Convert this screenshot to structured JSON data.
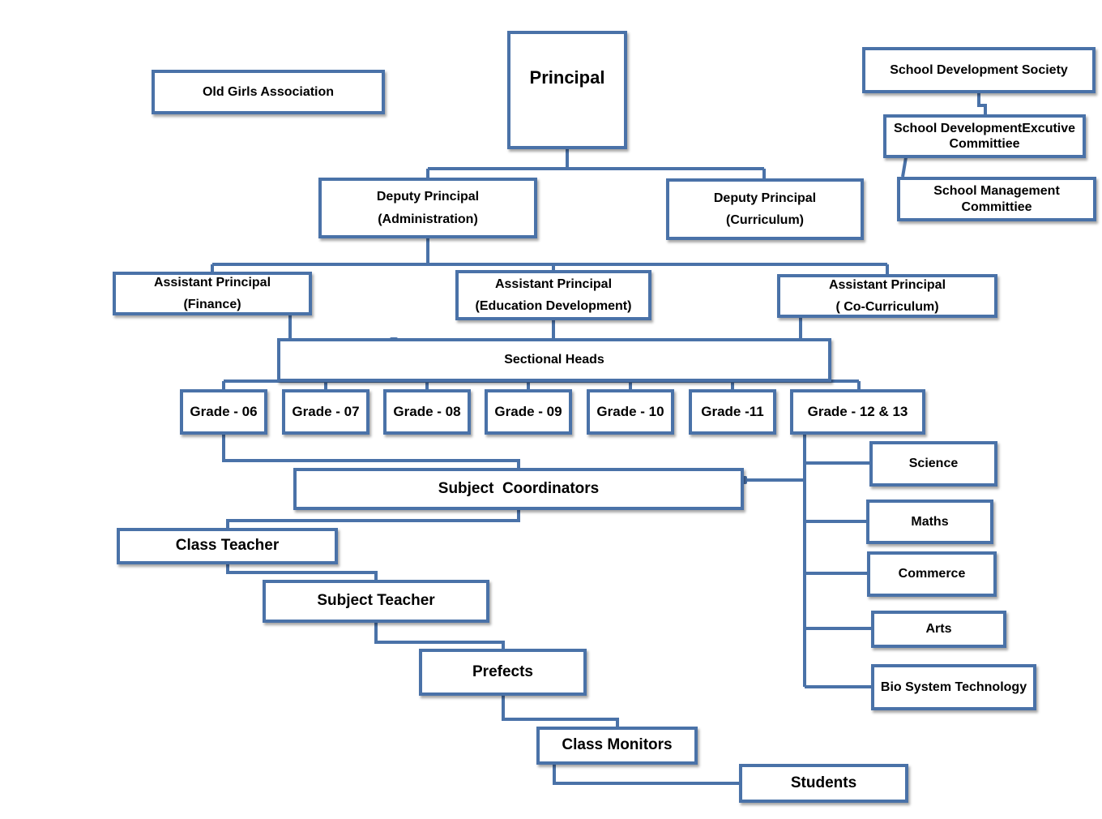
{
  "diagram": {
    "principal": "Principal",
    "old_girls": "Old Girls Association",
    "sds": "School Development Society",
    "sdec": [
      "School DevelopmentExcutive",
      "Committiee"
    ],
    "smc": [
      "School Management",
      "Committiee"
    ],
    "dp_admin": [
      "Deputy Principal",
      "(Administration)"
    ],
    "dp_curr": [
      "Deputy Principal",
      "(Curriculum)"
    ],
    "ap_fin": [
      "Assistant Principal",
      "(Finance)"
    ],
    "ap_edu": [
      "Assistant Principal",
      "(Education Development)"
    ],
    "ap_co": [
      "Assistant Principal",
      "( Co-Curriculum)"
    ],
    "sectional_heads": "Sectional Heads",
    "grades": [
      "Grade - 06",
      "Grade - 07",
      "Grade - 08",
      "Grade - 09",
      "Grade - 10",
      "Grade -11",
      "Grade - 12 & 13"
    ],
    "streams": [
      "Science",
      "Maths",
      "Commerce",
      "Arts",
      "Bio System Technology"
    ],
    "subject_coordinators": "Subject  Coordinators",
    "class_teacher": "Class Teacher",
    "subject_teacher": "Subject Teacher",
    "prefects": "Prefects",
    "class_monitors": "Class Monitors",
    "students": "Students"
  },
  "colors": {
    "border": "#4a72a8",
    "connector": "#4a72a8"
  }
}
